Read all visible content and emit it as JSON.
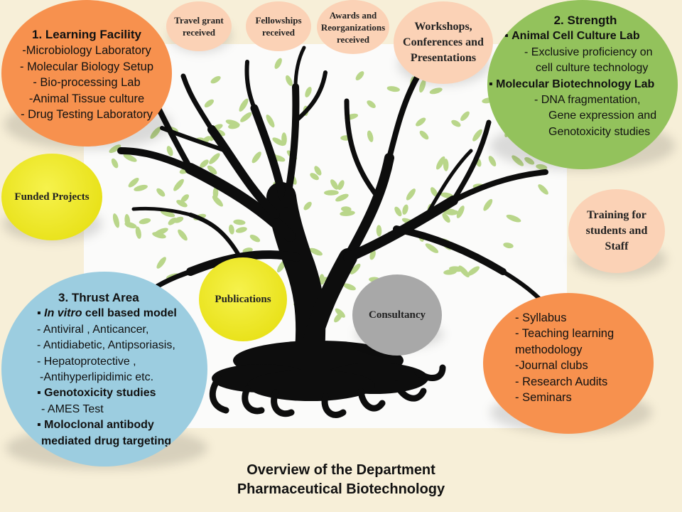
{
  "title_lines": [
    "Overview of the Department",
    "Pharmaceutical Biotechnology"
  ],
  "travel_grant": [
    "Travel grant",
    "received"
  ],
  "fellowships": [
    "Fellowships",
    "received"
  ],
  "awards": [
    "Awards and",
    "Reorganizations",
    "received"
  ],
  "workshops": [
    "Workshops,",
    "Conferences and",
    "Presentations"
  ],
  "learning": {
    "heading": "1.  Learning Facility",
    "items": [
      "-Microbiology Laboratory",
      "- Molecular Biology Setup",
      "- Bio-processing Lab",
      "-Animal Tissue culture",
      "- Drug Testing Laboratory"
    ]
  },
  "strength": {
    "heading": "2. Strength",
    "lab1": "Animal Cell Culture Lab",
    "lab1_detail": [
      "- Exclusive proficiency on",
      "cell culture technology"
    ],
    "lab2": "Molecular Biotechnology Lab",
    "lab2_detail": [
      "- DNA fragmentation,",
      "Gene expression and",
      "Genotoxicity studies"
    ]
  },
  "funded_projects": "Funded Projects",
  "training": [
    "Training for",
    "students and",
    "Staff"
  ],
  "publications": "Publications",
  "consultancy": "Consultancy",
  "thrust": {
    "heading": "3. Thrust Area",
    "model_italic": "In vitro",
    "model_rest": " cell based model",
    "items": [
      "- Antiviral , Anticancer,",
      "- Antidiabetic, Antipsoriasis,",
      "- Hepatoprotective ,",
      "-Antihyperlipidimic etc."
    ],
    "geno": "Genotoxicity studies",
    "ames": "- AMES Test",
    "mono": [
      "Moloclonal antibody",
      "mediated drug targeting"
    ]
  },
  "teaching": [
    "- Syllabus",
    "- Teaching learning",
    "methodology",
    "-Journal clubs",
    "- Research Audits",
    "- Seminars"
  ],
  "colors": {
    "orange": "#f7914e",
    "peach": "#fbd2b6",
    "green": "#93c25c",
    "yellow": "#f0ea1e",
    "grey": "#a8a8a8",
    "blue": "#9ccde0",
    "leaf": "#b9d68a"
  },
  "icons": [
    "tree-illustration",
    "square-bullet-icon"
  ]
}
